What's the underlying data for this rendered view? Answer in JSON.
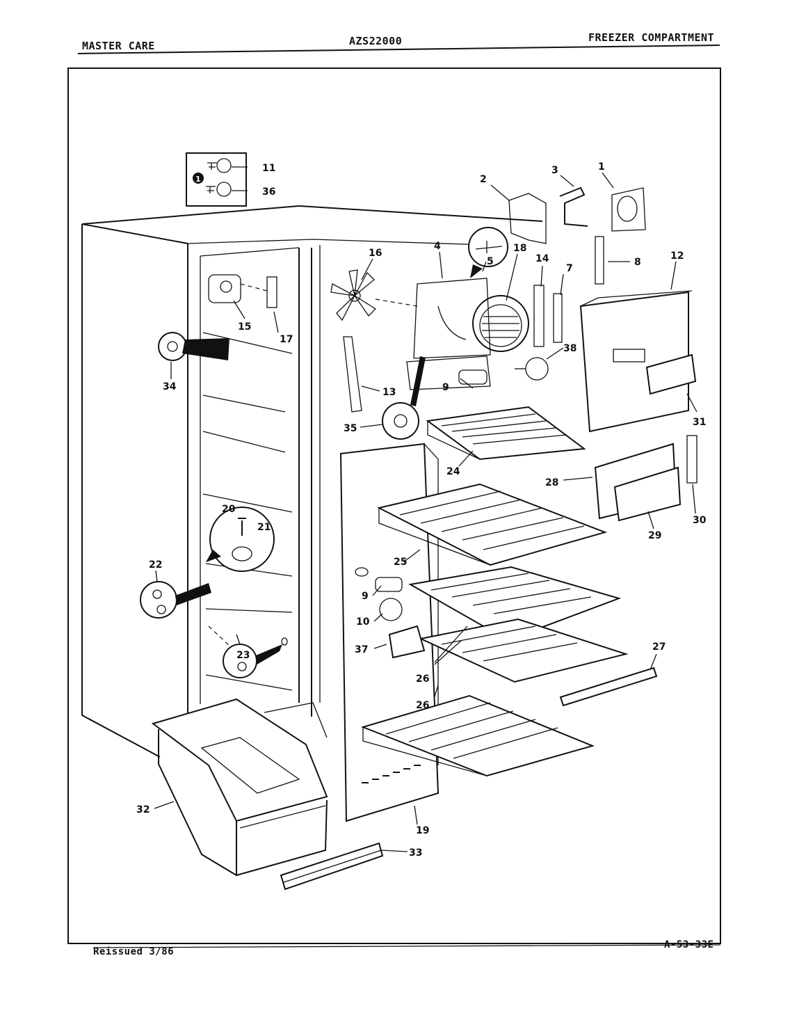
{
  "header": {
    "left": "MASTER CARE",
    "center": "AZS22000",
    "right": "FREEZER COMPARTMENT"
  },
  "footer": {
    "left": "Reissued 3/86",
    "right": "A-53-33E"
  },
  "diagram": {
    "inset_marker": "1",
    "callouts": {
      "c1": "1",
      "c2": "2",
      "c3": "3",
      "c4": "4",
      "c5": "5",
      "c7": "7",
      "c8": "8",
      "c9a": "9",
      "c9b": "9",
      "c10": "10",
      "c11": "11",
      "c12": "12",
      "c13": "13",
      "c14": "14",
      "c15": "15",
      "c16": "16",
      "c17": "17",
      "c18": "18",
      "c19": "19",
      "c20": "20",
      "c21": "21",
      "c22": "22",
      "c23": "23",
      "c24": "24",
      "c25": "25",
      "c26a": "26",
      "c26b": "26",
      "c27": "27",
      "c28": "28",
      "c29": "29",
      "c30": "30",
      "c31": "31",
      "c32": "32",
      "c33": "33",
      "c34": "34",
      "c35": "35",
      "c36": "36",
      "c37": "37",
      "c38": "38"
    }
  }
}
